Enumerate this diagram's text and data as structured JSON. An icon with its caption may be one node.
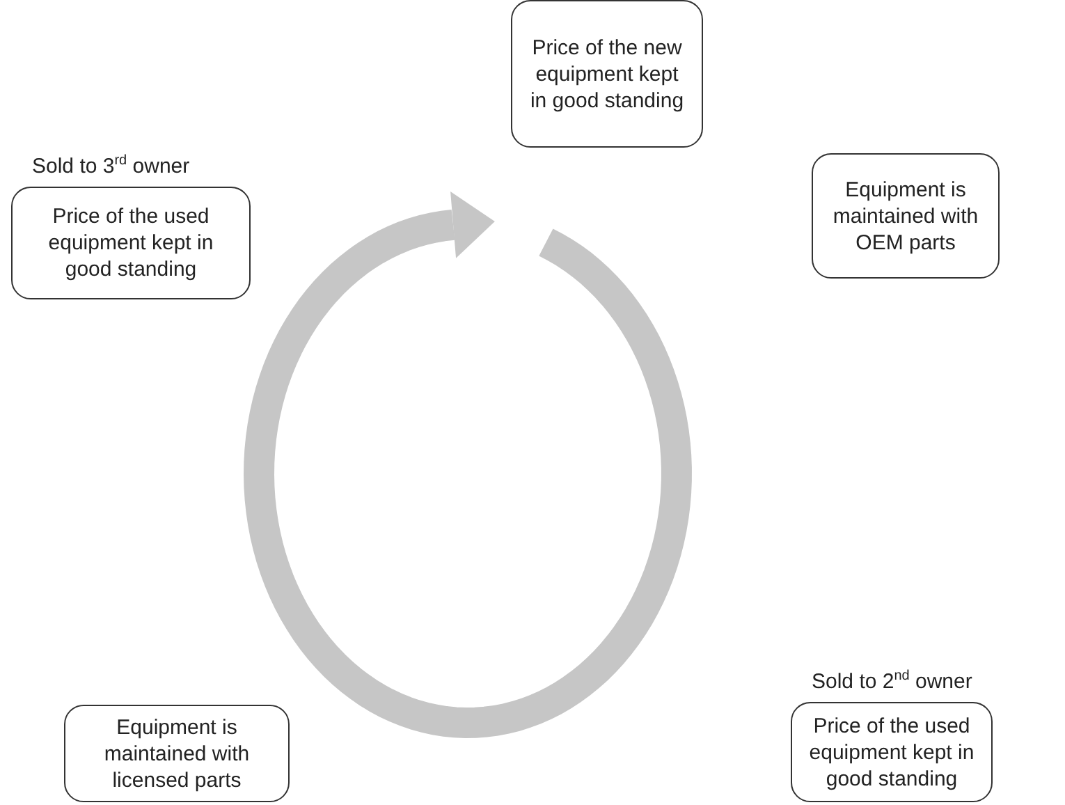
{
  "diagram": {
    "nodes": [
      {
        "text": [
          "Price of the new equipment kept in good standing"
        ]
      },
      {
        "text": [
          "Equipment is maintained with OEM parts"
        ]
      },
      {
        "text": [
          "Sold to 2$^{nd}$ owner",
          "Price of the used equipment kept in good standing"
        ]
      },
      {
        "text": [
          "Equipment is maintained with licensed parts"
        ]
      },
      {
        "text": [
          "Sold to 3$^{rd}$ owner",
          "Price of the used equipment kept in good standing"
        ]
      }
    ]
  }
}
